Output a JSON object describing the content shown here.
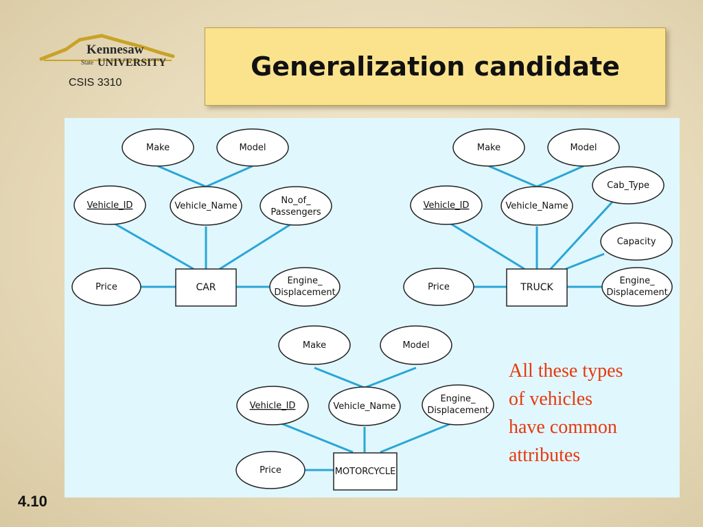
{
  "logo": {
    "line1": "Kennesaw",
    "line2_small": "State",
    "line2_big": "UNIVERSITY"
  },
  "course": "CSIS 3310",
  "title": "Generalization candidate",
  "slide_number": "4.10",
  "note_lines": [
    "All these types",
    "of vehicles",
    "have common",
    "attributes"
  ],
  "colors": {
    "connector": "#29a6d6",
    "note": "#e8380e",
    "title_bg": "#fbe38e",
    "panel_bg": "#e0f7fd"
  },
  "car": {
    "entity": "CAR",
    "make": "Make",
    "model": "Model",
    "vehicle_id": "Vehicle_ID",
    "vehicle_name": "Vehicle_Name",
    "passengers": [
      "No_of_",
      "Passengers"
    ],
    "price": "Price",
    "engine": [
      "Engine_",
      "Displacement"
    ]
  },
  "truck": {
    "entity": "TRUCK",
    "make": "Make",
    "model": "Model",
    "cab_type": "Cab_Type",
    "vehicle_id": "Vehicle_ID",
    "vehicle_name": "Vehicle_Name",
    "capacity": "Capacity",
    "price": "Price",
    "engine": [
      "Engine_",
      "Displacement"
    ]
  },
  "motorcycle": {
    "entity": "MOTORCYCLE",
    "make": "Make",
    "model": "Model",
    "vehicle_id": "Vehicle_ID",
    "vehicle_name": "Vehicle_Name",
    "engine": [
      "Engine_",
      "Displacement"
    ],
    "price": "Price"
  }
}
